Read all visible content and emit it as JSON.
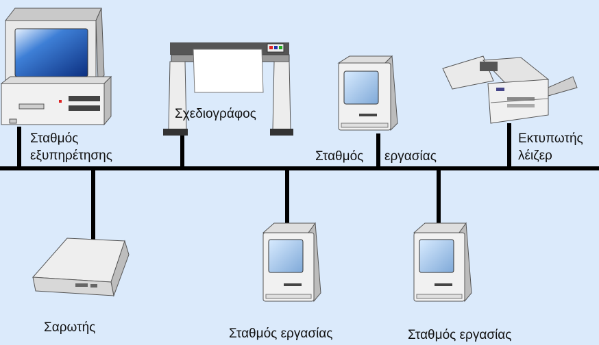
{
  "nodes": {
    "server": {
      "label_line1": "Σταθμός",
      "label_line2": "εξυπηρέτησης",
      "icon": "desktop-computer-icon"
    },
    "plotter": {
      "label": "Σχεδιογράφος",
      "icon": "plotter-icon"
    },
    "ws_top": {
      "label_left": "Σταθμός",
      "label_right": "εργασίας",
      "icon": "workstation-icon"
    },
    "laser": {
      "label_line1": "Εκτυπωτής",
      "label_line2": "λέιζερ",
      "icon": "laser-printer-icon"
    },
    "scanner": {
      "label": "Σαρωτής",
      "icon": "scanner-icon"
    },
    "ws_mid": {
      "label": "Σταθμός εργασίας",
      "icon": "workstation-icon"
    },
    "ws_right": {
      "label": "Σταθμός εργασίας",
      "icon": "workstation-icon"
    }
  },
  "colors": {
    "background": "#dbeafb",
    "bus": "#000000",
    "device": "#f4f4f4",
    "screen": "#1b4fa8"
  }
}
